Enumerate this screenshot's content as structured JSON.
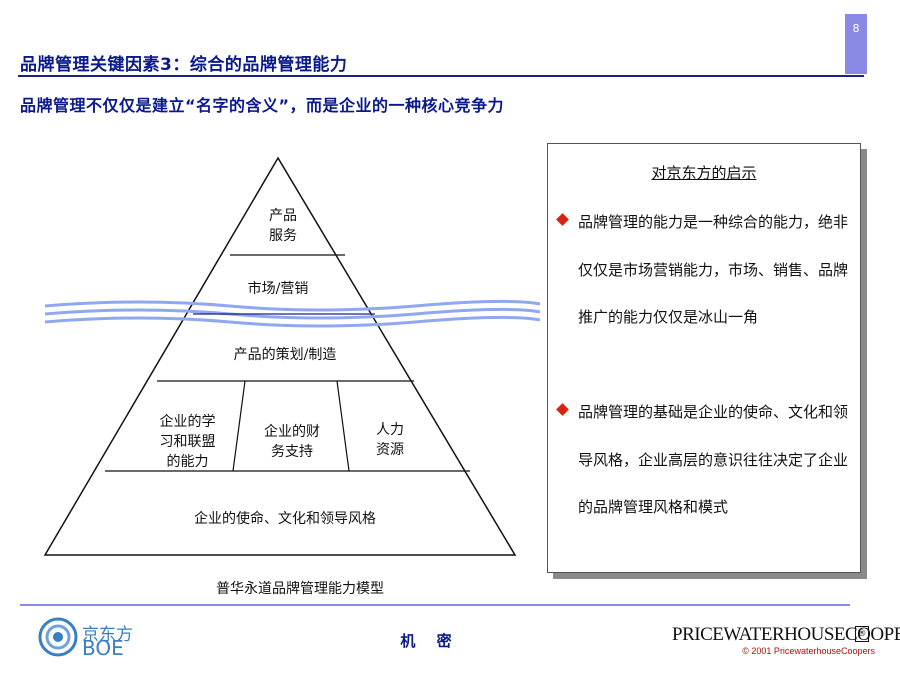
{
  "page_number": "8",
  "header": {
    "title": "品牌管理关键因素3：综合的品牌管理能力",
    "subtitle": "品牌管理不仅仅是建立“名字的含义”，而是企业的一种核心竞争力"
  },
  "pyramid": {
    "layer1_line1": "产品",
    "layer1_line2": "服务",
    "layer2": "市场/营销",
    "layer3": "产品的策划/制造",
    "layer4_left_line1": "企业的学",
    "layer4_left_line2": "习和联盟",
    "layer4_left_line3": "的能力",
    "layer4_mid_line1": "企业的财",
    "layer4_mid_line2": "务支持",
    "layer4_right_line1": "人力",
    "layer4_right_line2": "资源",
    "layer5": "企业的使命、文化和领导风格",
    "caption": "普华永道品牌管理能力模型"
  },
  "insights": {
    "title": "对京东方的启示",
    "bullet1": "品牌管理的能力是一种综合的能力，绝非仅仅是市场营销能力，市场、销售、品牌推广的能力仅仅是冰山一角",
    "bullet2": "品牌管理的基础是企业的使命、文化和领导风格，企业高层的意识往往决定了企业的品牌管理风格和模式"
  },
  "footer": {
    "confidential": "机 密",
    "boe_cn": "京东方",
    "boe_en": "BOE",
    "pwc": "PRICEWATERHOUSECOOPERS",
    "copyright": "© 2001 PricewaterhouseCoopers"
  },
  "colors": {
    "title_blue": "#0a1a8c",
    "accent_lavender": "#8a8ae6",
    "bullet_red": "#d9230f",
    "wave_blue": "#8fa8f0",
    "boe_blue": "#3a7fc1"
  }
}
